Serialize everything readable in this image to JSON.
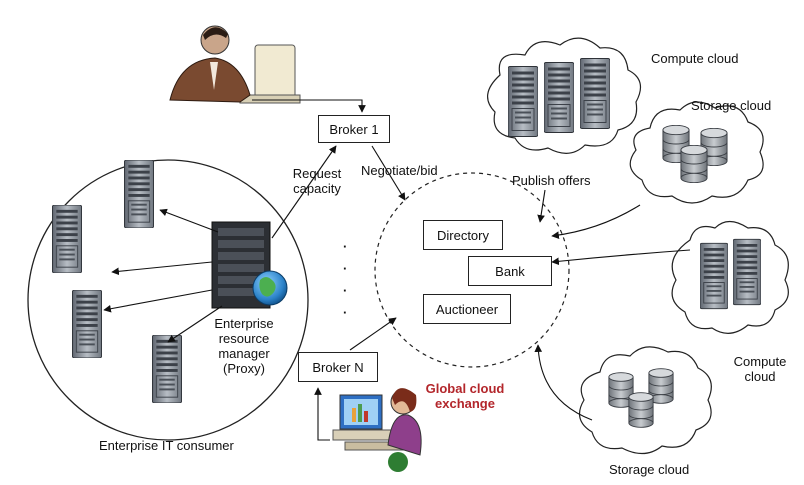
{
  "labels": {
    "broker1": "Broker 1",
    "brokerN": "Broker N",
    "request_capacity_1": "Request",
    "request_capacity_2": "capacity",
    "negotiate": "Negotiate/bid",
    "publish": "Publish offers",
    "directory": "Directory",
    "bank": "Bank",
    "auctioneer": "Auctioneer",
    "exchange_1": "Global cloud",
    "exchange_2": "exchange",
    "erm_1": "Enterprise",
    "erm_2": "resource",
    "erm_3": "manager",
    "erm_4": "(Proxy)",
    "consumer": "Enterprise IT consumer",
    "compute_cloud_top": "Compute cloud",
    "storage_cloud_top": "Storage cloud",
    "compute_cloud_right_1": "Compute",
    "compute_cloud_right_2": "cloud",
    "storage_cloud_bottom": "Storage cloud",
    "ellipsis": ". . ."
  },
  "colors": {
    "server_body": "#8f969e",
    "server_dark": "#3a3f46",
    "exchange_text": "#b3262b",
    "cylinder": "#9ea3a8"
  }
}
